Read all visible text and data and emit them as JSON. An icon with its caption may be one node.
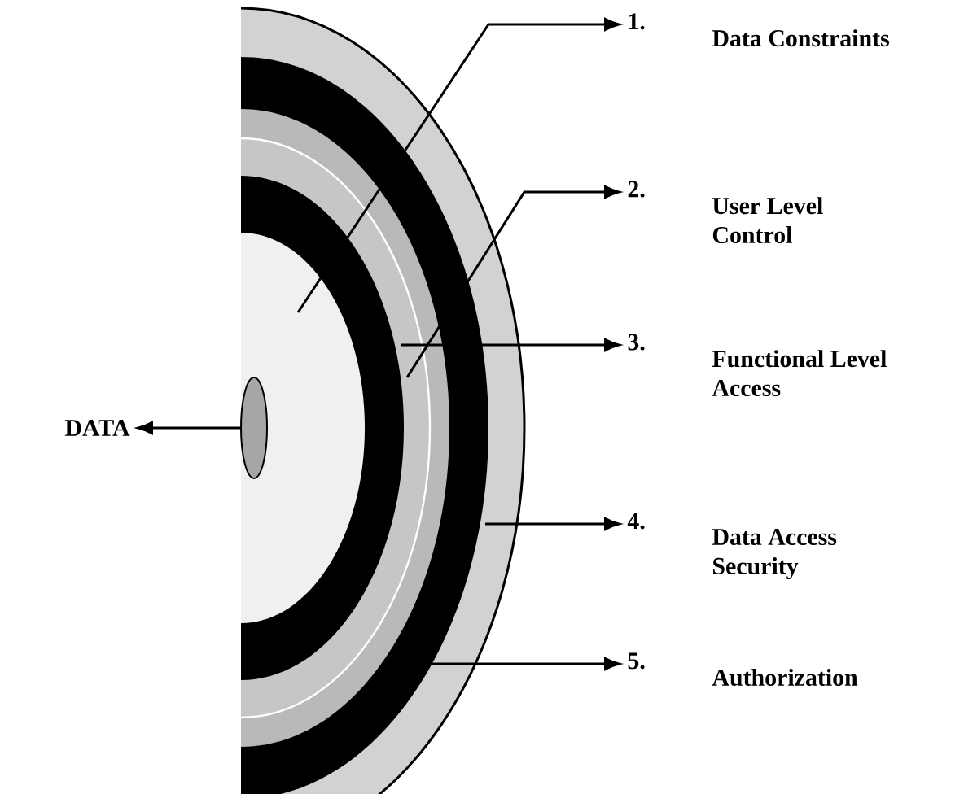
{
  "diagram": {
    "nodes": [
      {
        "text": [],
        "shape": "ellipse"
      },
      {
        "text": [
          "DATA"
        ]
      },
      {
        "text": [
          "1.",
          "Data Constraints"
        ]
      },
      {
        "text": [
          "2.",
          "User Level Control"
        ]
      },
      {
        "text": [
          "3.",
          "Functional Level Access"
        ]
      },
      {
        "text": [
          "4.",
          "Data Access Security"
        ]
      },
      {
        "text": [
          "5.",
          "Authorization"
        ]
      }
    ],
    "edges": [
      {
        "from": 0,
        "to": 1,
        "arrow": "to"
      },
      {
        "from": null,
        "to": 2,
        "arrow": "to"
      },
      {
        "from": null,
        "to": 3,
        "arrow": "to"
      },
      {
        "from": null,
        "to": 4,
        "arrow": "to"
      },
      {
        "from": null,
        "to": 5,
        "arrow": "to"
      },
      {
        "from": null,
        "to": 6,
        "arrow": "to"
      }
    ]
  }
}
